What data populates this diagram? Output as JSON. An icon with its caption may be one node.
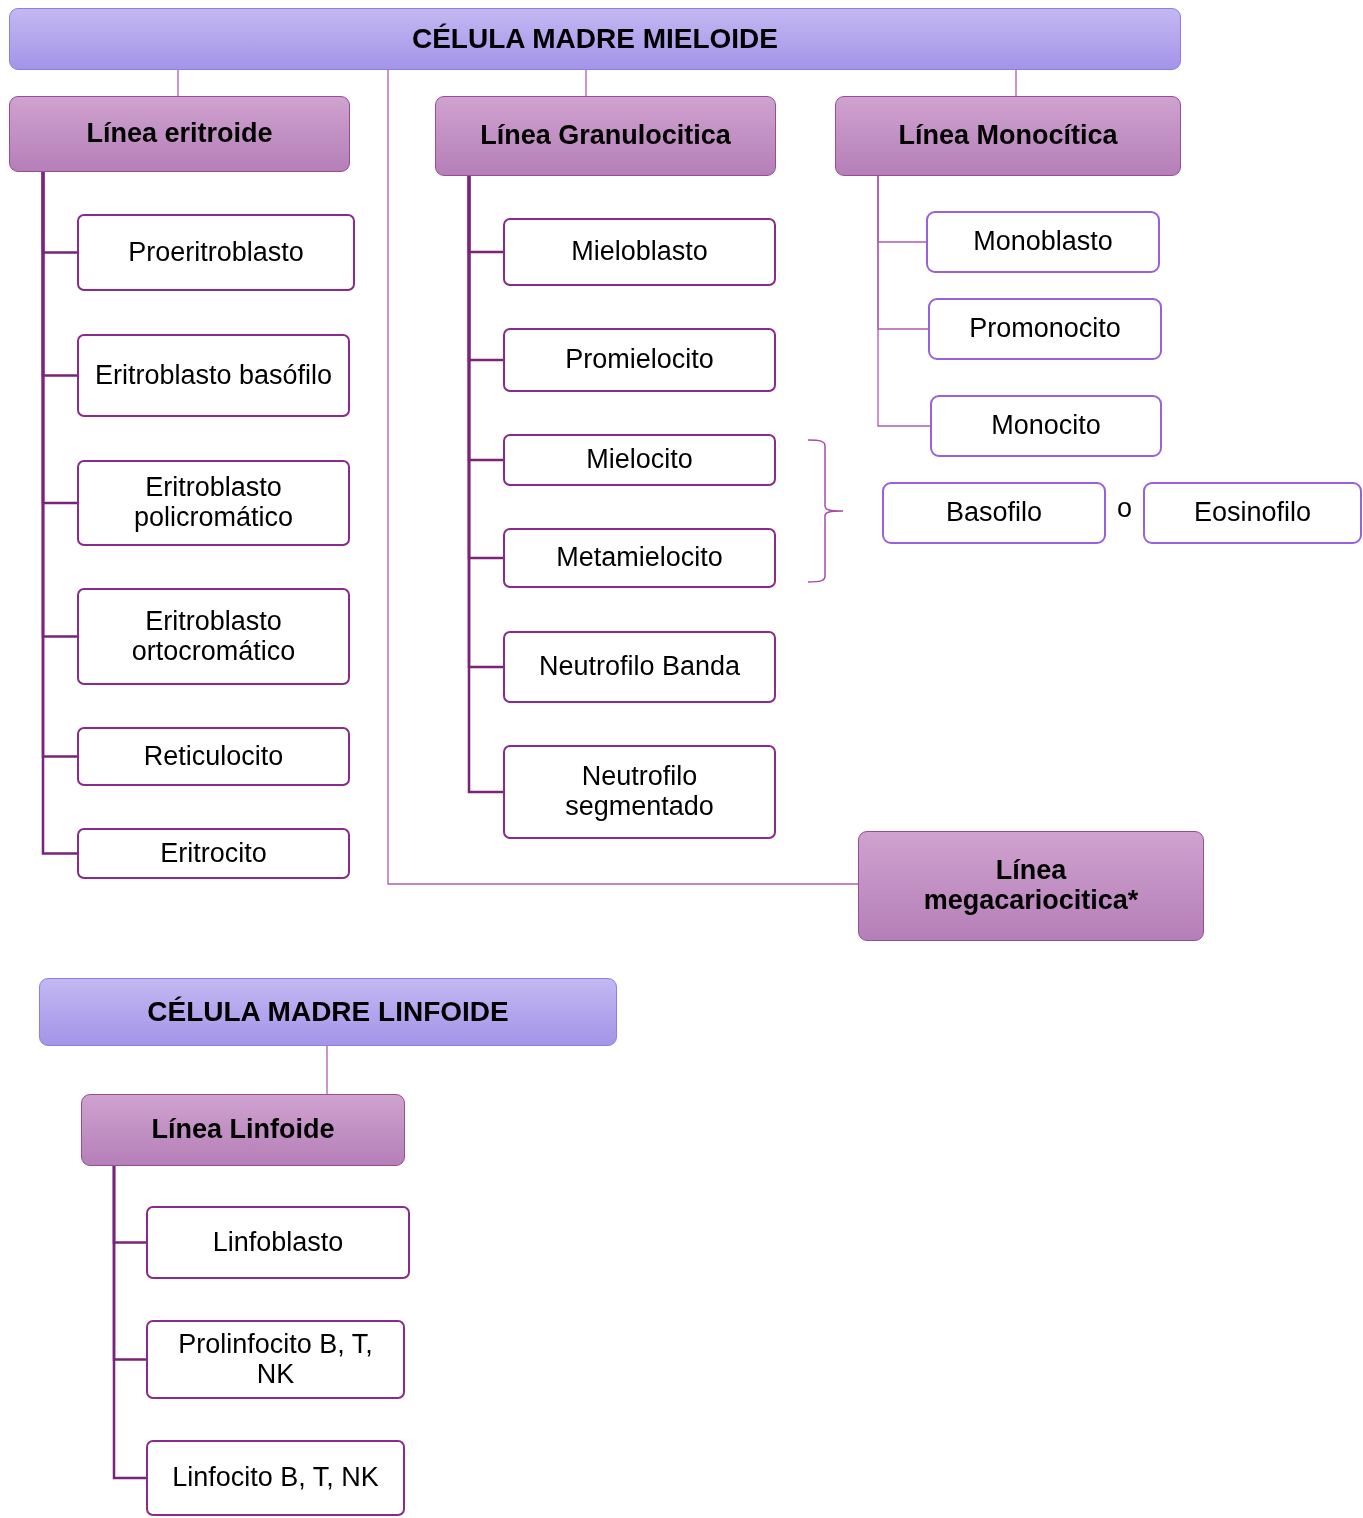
{
  "diagram": {
    "nodes": [
      {
        "text": [
          "CÉLULA MADRE MIELOIDE"
        ]
      },
      {
        "text": [
          "Línea eritroide"
        ]
      },
      {
        "text": [
          "Línea Granulocitica"
        ]
      },
      {
        "text": [
          "Línea Monocítica"
        ]
      },
      {
        "text": [
          "Proeritroblasto"
        ]
      },
      {
        "text": [
          "Eritroblasto basófilo"
        ]
      },
      {
        "text": [
          "Eritroblasto policromático"
        ]
      },
      {
        "text": [
          "Eritroblasto ortocromático"
        ]
      },
      {
        "text": [
          "Reticulocito"
        ]
      },
      {
        "text": [
          "Eritrocito"
        ]
      },
      {
        "text": [
          "Mieloblasto"
        ]
      },
      {
        "text": [
          "Promielocito"
        ]
      },
      {
        "text": [
          "Mielocito"
        ]
      },
      {
        "text": [
          "Metamielocito"
        ]
      },
      {
        "text": [
          "Neutrofilo Banda"
        ]
      },
      {
        "text": [
          "Neutrofilo segmentado"
        ]
      },
      {
        "text": [
          "Monoblasto"
        ]
      },
      {
        "text": [
          "Promonocito"
        ]
      },
      {
        "text": [
          "Monocito"
        ]
      },
      {
        "text": [
          "Basofilo"
        ]
      },
      {
        "text": [
          "Eosinofilo"
        ]
      },
      {
        "text": [
          "Línea megacariocitica*"
        ]
      },
      {
        "text": [
          "CÉLULA MADRE LINFOIDE"
        ]
      },
      {
        "text": [
          "Línea Linfoide"
        ]
      },
      {
        "text": [
          "Linfoblasto"
        ]
      },
      {
        "text": [
          "Prolinfocito B, T, NK"
        ]
      },
      {
        "text": [
          "Linfocito B, T, NK"
        ]
      }
    ],
    "edges": [
      {
        "from": 0,
        "to": 1,
        "arrow": "none",
        "color": "#b05cb0"
      },
      {
        "from": 0,
        "to": 2,
        "arrow": "none",
        "color": "#b05cb0"
      },
      {
        "from": 0,
        "to": 3,
        "arrow": "none",
        "color": "#b05cb0"
      },
      {
        "from": 0,
        "to": 21,
        "arrow": "none",
        "color": "#b05cb0"
      },
      {
        "from": 1,
        "to": 4,
        "arrow": "none"
      },
      {
        "from": 1,
        "to": 5,
        "arrow": "none"
      },
      {
        "from": 1,
        "to": 6,
        "arrow": "none"
      },
      {
        "from": 1,
        "to": 7,
        "arrow": "none"
      },
      {
        "from": 1,
        "to": 8,
        "arrow": "none"
      },
      {
        "from": 1,
        "to": 9,
        "arrow": "none"
      },
      {
        "from": 2,
        "to": 10,
        "arrow": "none"
      },
      {
        "from": 2,
        "to": 11,
        "arrow": "none"
      },
      {
        "from": 2,
        "to": 12,
        "arrow": "none"
      },
      {
        "from": 2,
        "to": 13,
        "arrow": "none"
      },
      {
        "from": 2,
        "to": 14,
        "arrow": "none"
      },
      {
        "from": 2,
        "to": 15,
        "arrow": "none"
      },
      {
        "from": 3,
        "to": 16,
        "arrow": "none",
        "color": "#b05cb0"
      },
      {
        "from": 3,
        "to": 17,
        "arrow": "none",
        "color": "#b05cb0"
      },
      {
        "from": 3,
        "to": 18,
        "arrow": "none",
        "color": "#b05cb0"
      },
      {
        "from": 22,
        "to": 23,
        "arrow": "none",
        "color": "#b05cb0"
      },
      {
        "from": 23,
        "to": 24,
        "arrow": "none"
      },
      {
        "from": 23,
        "to": 25,
        "arrow": "none"
      },
      {
        "from": 23,
        "to": 26,
        "arrow": "none"
      }
    ],
    "labels": [
      "o"
    ]
  }
}
